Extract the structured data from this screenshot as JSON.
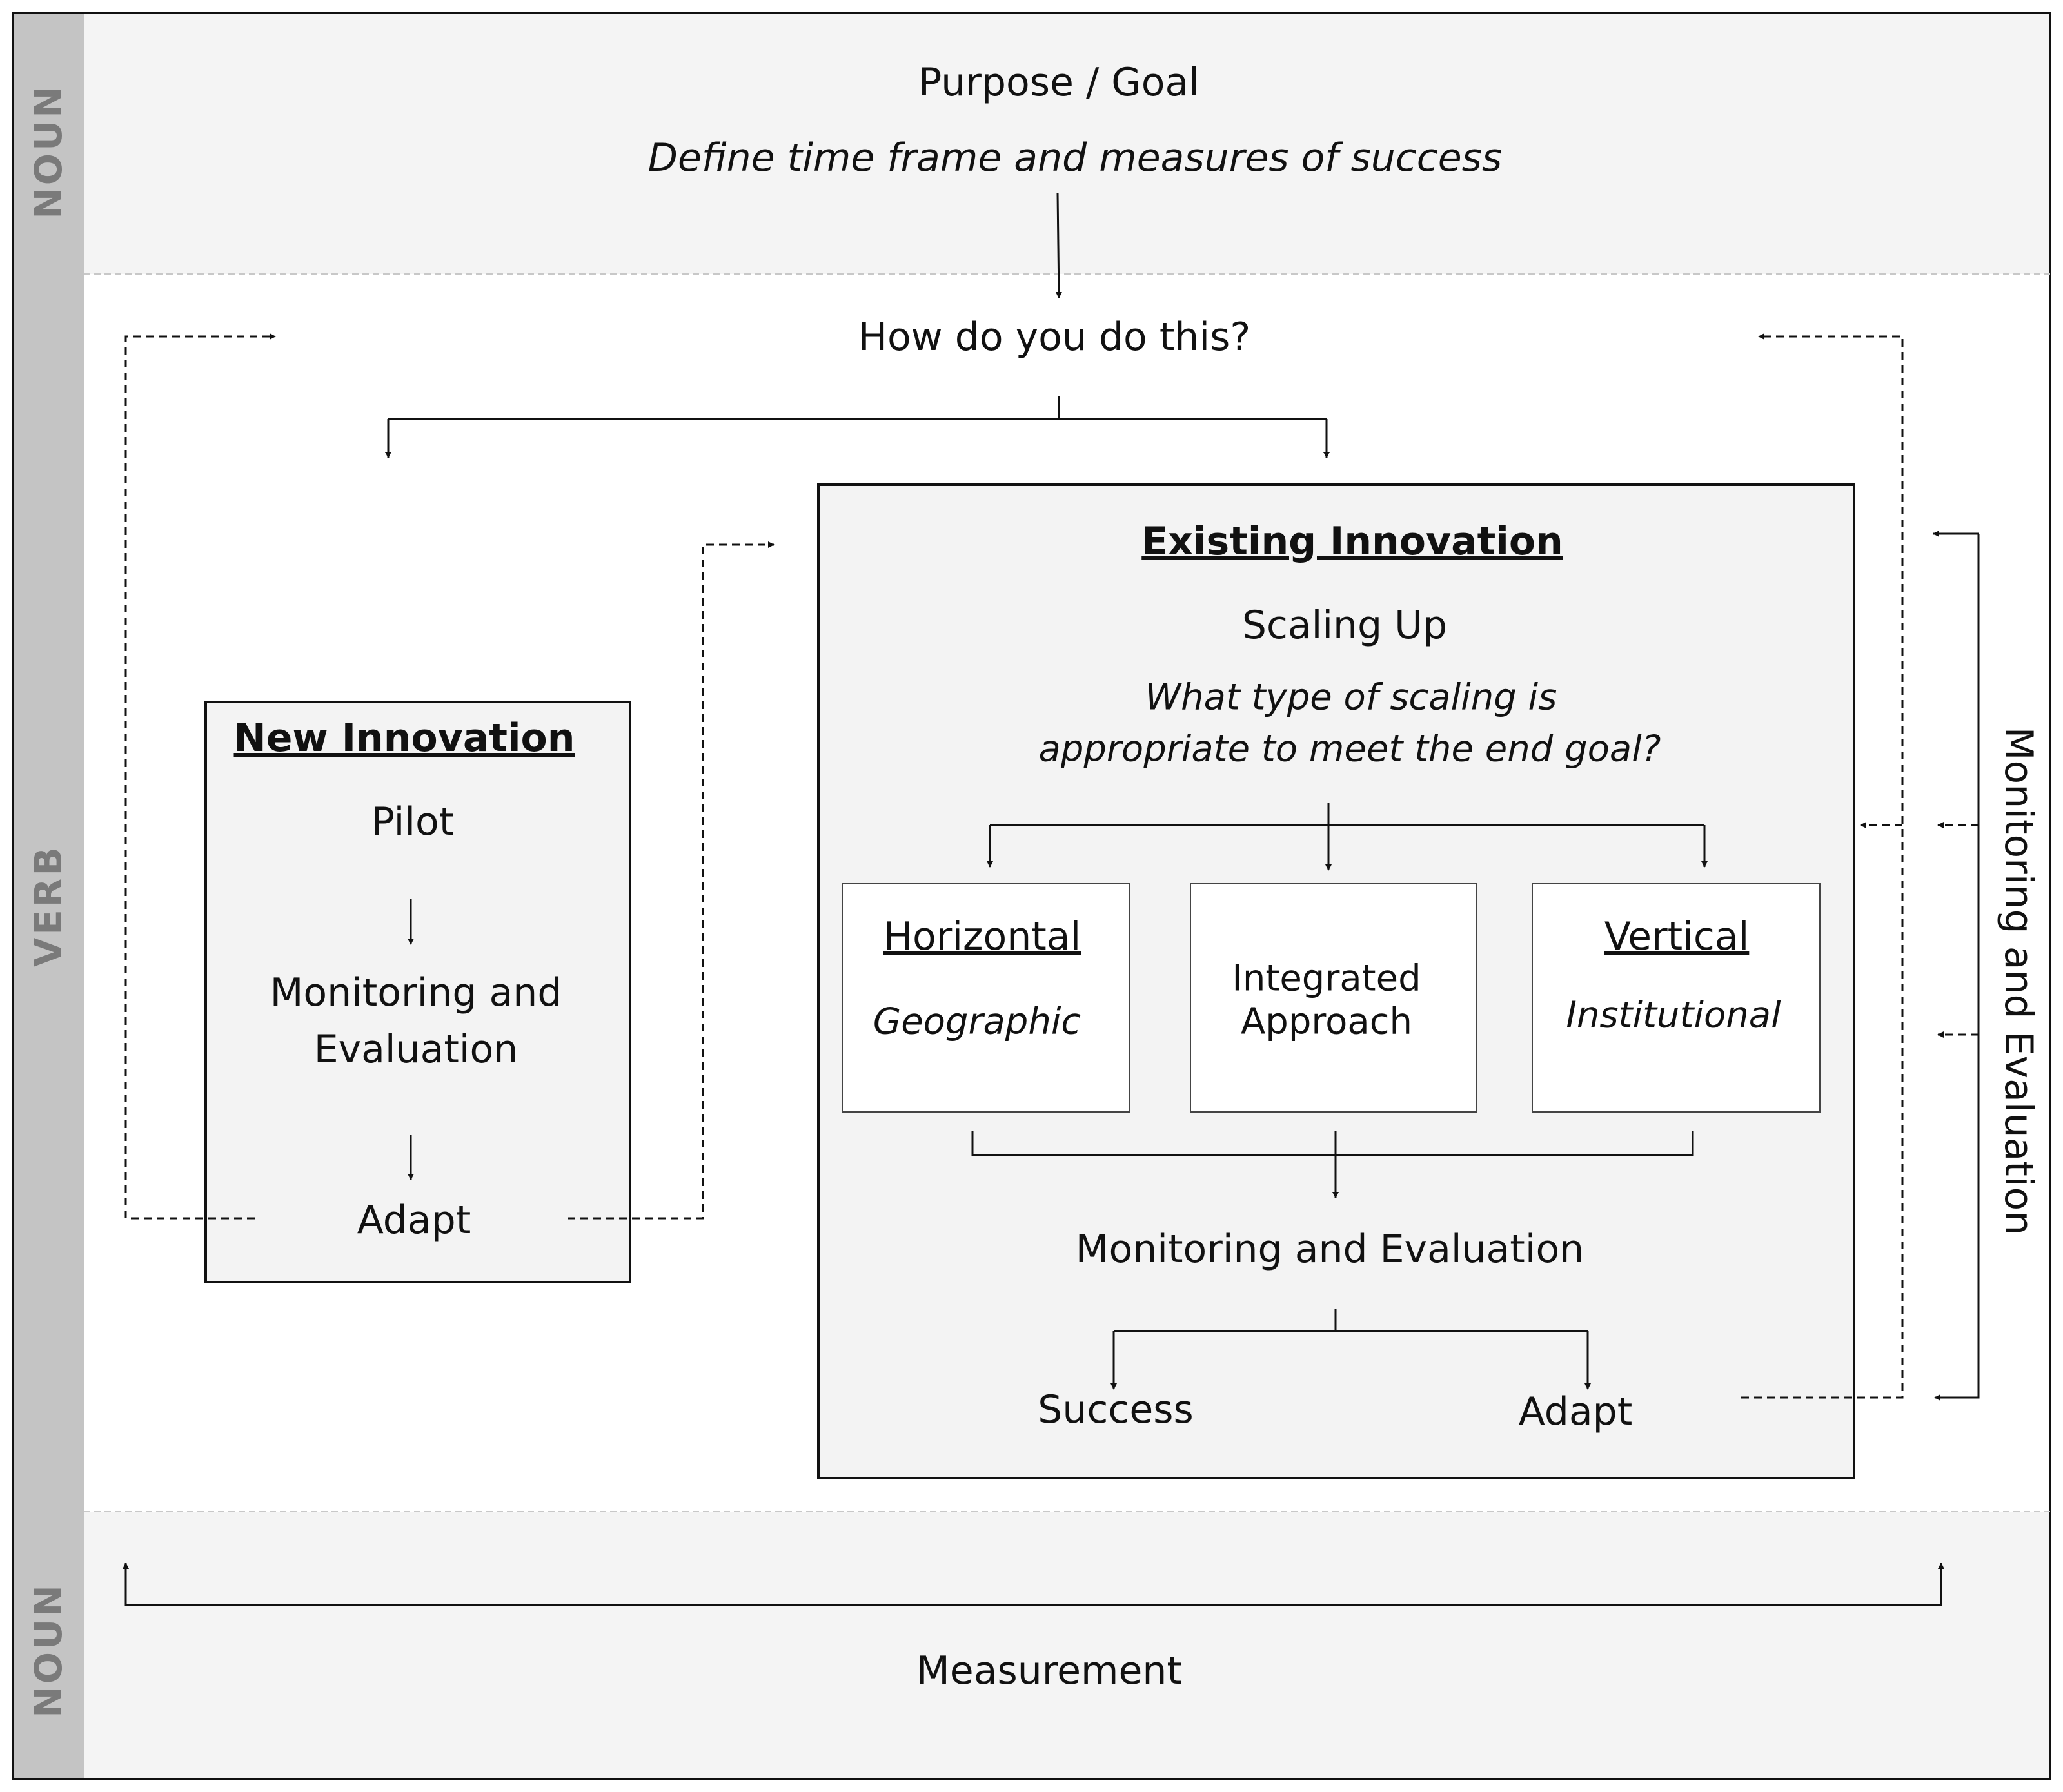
{
  "side_labels": {
    "top": "NOUN",
    "middle": "VERB",
    "bottom": "NOUN"
  },
  "top": {
    "title": "Purpose / Goal",
    "subtitle": "Define time frame and measures of success"
  },
  "question": "How do you do this?",
  "new_innovation": {
    "title": "New Innovation",
    "step1": "Pilot",
    "step2_line1": "Monitoring and",
    "step2_line2": "Evaluation",
    "step3": "Adapt"
  },
  "existing_innovation": {
    "title": "Existing Innovation",
    "subtitle": "Scaling Up",
    "question_line1": "What type of scaling is",
    "question_line2": "appropriate to meet the end goal?",
    "horizontal": {
      "title": "Horizontal",
      "subtitle": "Geographic"
    },
    "integrated": {
      "line1": "Integrated",
      "line2": "Approach"
    },
    "vertical": {
      "title": "Vertical",
      "subtitle": "Institutional"
    },
    "monitoring": "Monitoring and Evaluation",
    "success": "Success",
    "adapt": "Adapt"
  },
  "right_label": "Monitoring and Evaluation",
  "bottom": {
    "measurement": "Measurement"
  },
  "colors": {
    "side_bar": "#c4c4c4",
    "side_text": "#7a7a7a",
    "band_fill": "#f4f4f4",
    "box_fill": "#f3f3f3",
    "line": "#111111"
  }
}
